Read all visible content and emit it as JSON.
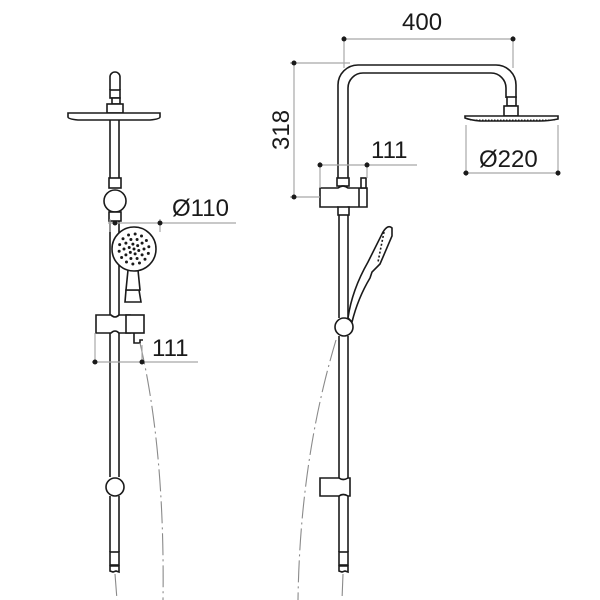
{
  "drawing": {
    "title": "Twin shower rail – front and side elevation",
    "views": [
      {
        "name": "front-view",
        "parts": [
          "overhead-shower-head",
          "vertical-rail",
          "hand-shower",
          "slide-bracket",
          "diverter",
          "flexible-hose",
          "wall-bracket"
        ]
      },
      {
        "name": "side-view",
        "parts": [
          "gooseneck-arm",
          "overhead-shower-head",
          "diverter-body",
          "vertical-rail",
          "hand-shower",
          "slide-bracket",
          "flexible-hose"
        ]
      }
    ],
    "dimensions": {
      "hand_shower_diameter": "Ø110",
      "front_offset": "111",
      "arm_reach": "400",
      "arm_height": "318",
      "side_offset": "111",
      "head_diameter": "Ø220"
    },
    "colors": {
      "line": "#1a1a1a",
      "dimension_line": "#a8a8a8",
      "hose": "#8a8a8a",
      "background": "#ffffff"
    }
  }
}
